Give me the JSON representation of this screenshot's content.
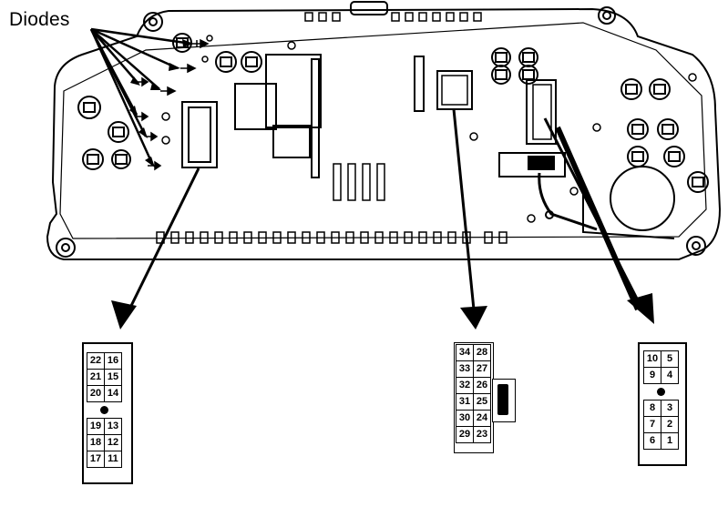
{
  "diagram": {
    "callout_label": "Diodes",
    "left_connector": {
      "rows_top": [
        [
          "22",
          "16"
        ],
        [
          "21",
          "15"
        ],
        [
          "20",
          "14"
        ]
      ],
      "rows_bottom": [
        [
          "19",
          "13"
        ],
        [
          "18",
          "12"
        ],
        [
          "17",
          "11"
        ]
      ]
    },
    "center_connector": {
      "rows": [
        [
          "34",
          "28"
        ],
        [
          "33",
          "27"
        ],
        [
          "32",
          "26"
        ],
        [
          "31",
          "25"
        ],
        [
          "30",
          "24"
        ],
        [
          "29",
          "23"
        ]
      ]
    },
    "right_connector": {
      "rows_top": [
        [
          "10",
          "5"
        ],
        [
          "9",
          "4"
        ]
      ],
      "rows_bottom": [
        [
          "8",
          "3"
        ],
        [
          "7",
          "2"
        ],
        [
          "6",
          "1"
        ]
      ]
    }
  }
}
